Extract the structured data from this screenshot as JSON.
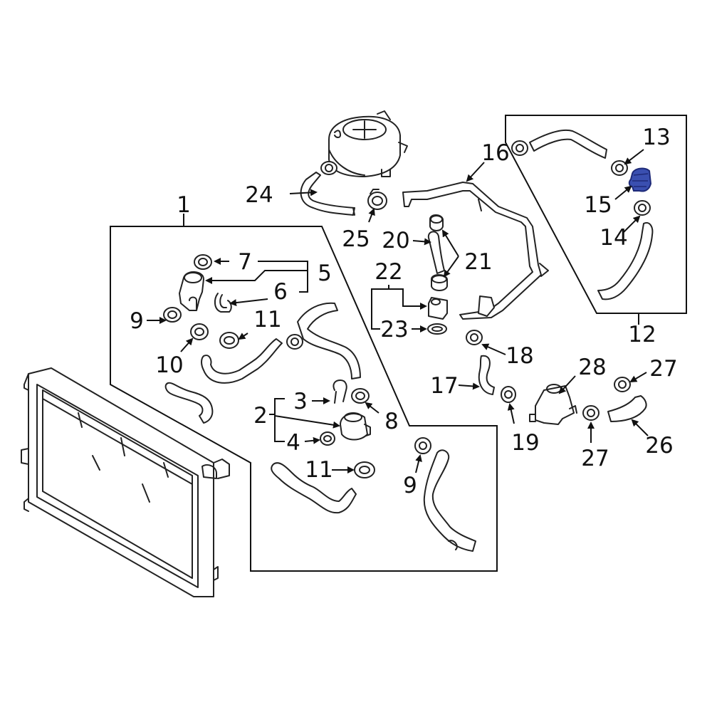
{
  "diagram": {
    "callouts": [
      "1",
      "2",
      "3",
      "4",
      "5",
      "6",
      "7",
      "8",
      "9",
      "9",
      "10",
      "11",
      "11",
      "12",
      "13",
      "14",
      "15",
      "16",
      "17",
      "18",
      "19",
      "20",
      "21",
      "22",
      "23",
      "24",
      "25",
      "26",
      "27",
      "27",
      "28"
    ],
    "colors": {
      "line": "#222222",
      "highlight": "#3a4fb0",
      "highlight_dark": "#1e2a78",
      "background": "#ffffff"
    }
  }
}
